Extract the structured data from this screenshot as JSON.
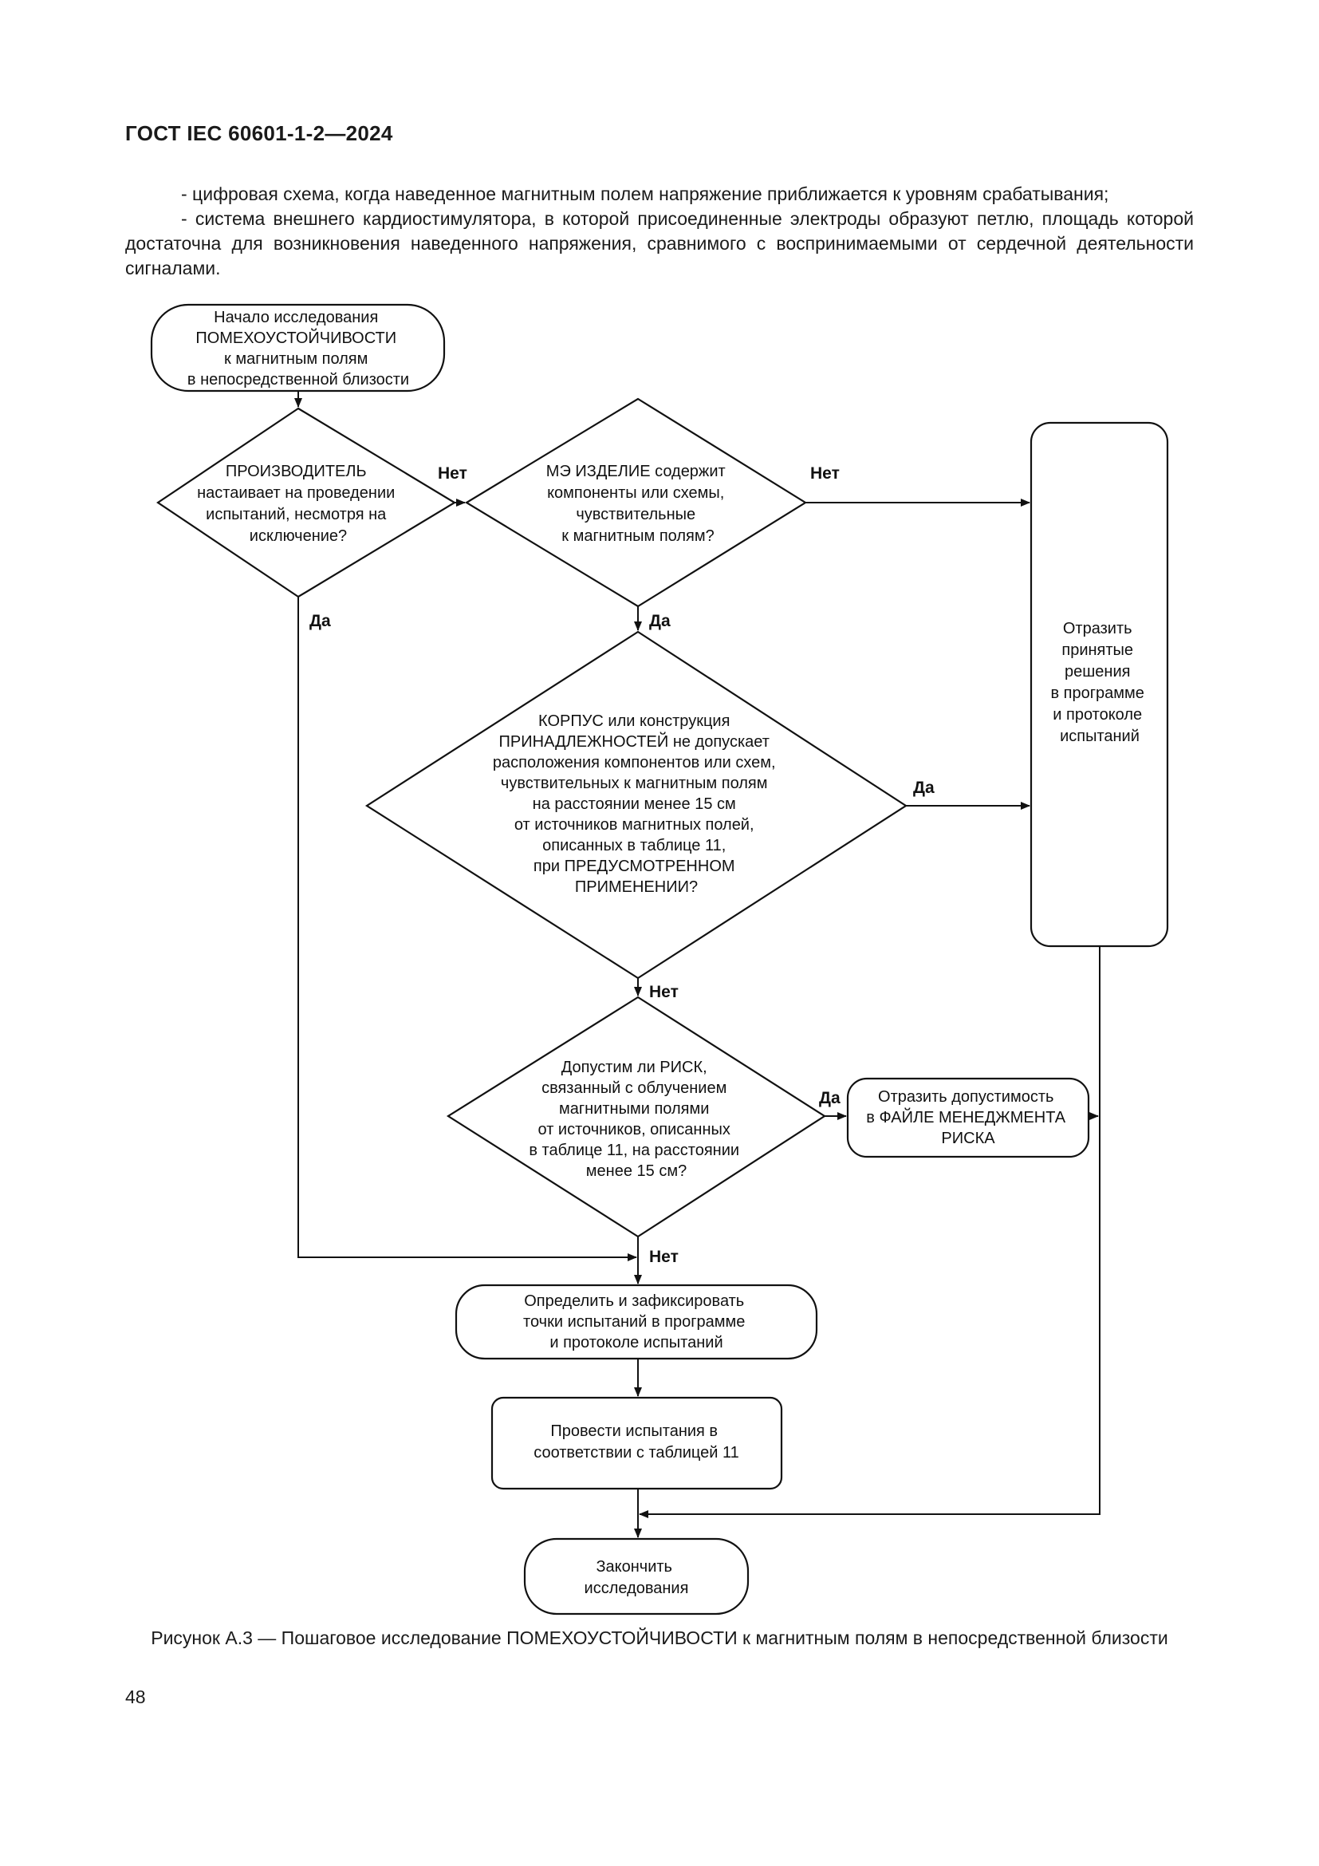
{
  "header": {
    "title": "ГОСТ IEC 60601-1-2—2024"
  },
  "intro": {
    "line1": "- цифровая схема, когда наведенное магнитным полем напряжение приближается к уровням срабатывания;",
    "line2": "- система внешнего кардиостимулятора, в которой присоединенные электроды образуют петлю, площадь которой достаточна для возникновения наведенного напряжения, сравнимого с воспринимаемыми от сердечной деятельности сигналами."
  },
  "flowchart": {
    "start": [
      "Начало исследования",
      "ПОМЕХОУСТОЙЧИВОСТИ",
      "к магнитным полям",
      "в непосредственной близости"
    ],
    "decision1": [
      "ПРОИЗВОДИТЕЛЬ",
      "настаивает на проведении",
      "испытаний, несмотря на",
      "исключение?"
    ],
    "decision2": [
      "МЭ ИЗДЕЛИЕ содержит",
      "компоненты или схемы,",
      "чувствительные",
      "к магнитным полям?"
    ],
    "decision3": [
      "КОРПУС или конструкция",
      "ПРИНАДЛЕЖНОСТЕЙ не допускает",
      "расположения компонентов или схем,",
      "чувствительных к магнитным полям",
      "на расстоянии менее 15 см",
      "от источников магнитных полей,",
      "описанных в таблице 11,",
      "при ПРЕДУСМОТРЕННОМ",
      "ПРИМЕНЕНИИ?"
    ],
    "decision4": [
      "Допустим ли РИСК,",
      "связанный с облучением",
      "магнитными полями",
      "от источников, описанных",
      "в таблице 11, на расстоянии",
      "менее 15 см?"
    ],
    "reflect_decisions": [
      "Отразить",
      "принятые",
      "решения",
      "в программе",
      "и протоколе",
      "испытаний"
    ],
    "reflect_risk": [
      "Отразить допустимость",
      "в ФАЙЛЕ МЕНЕДЖМЕНТА",
      "РИСКА"
    ],
    "define_points": [
      "Определить и зафиксировать",
      "точки испытаний в программе",
      "и протоколе испытаний"
    ],
    "conduct_tests": [
      "Провести испытания в",
      "соответствии с таблицей 11"
    ],
    "end": [
      "Закончить",
      "исследования"
    ],
    "labels": {
      "no1": "Нет",
      "no2": "Нет",
      "yes1": "Да",
      "yes2": "Да",
      "yes3": "Да",
      "no3": "Нет",
      "yes4": "Да",
      "no4": "Нет"
    }
  },
  "caption": "Рисунок А.3 — Пошаговое исследование ПОМЕХОУСТОЙЧИВОСТИ к магнитным полям в непосредственной близости",
  "page_number": "48"
}
